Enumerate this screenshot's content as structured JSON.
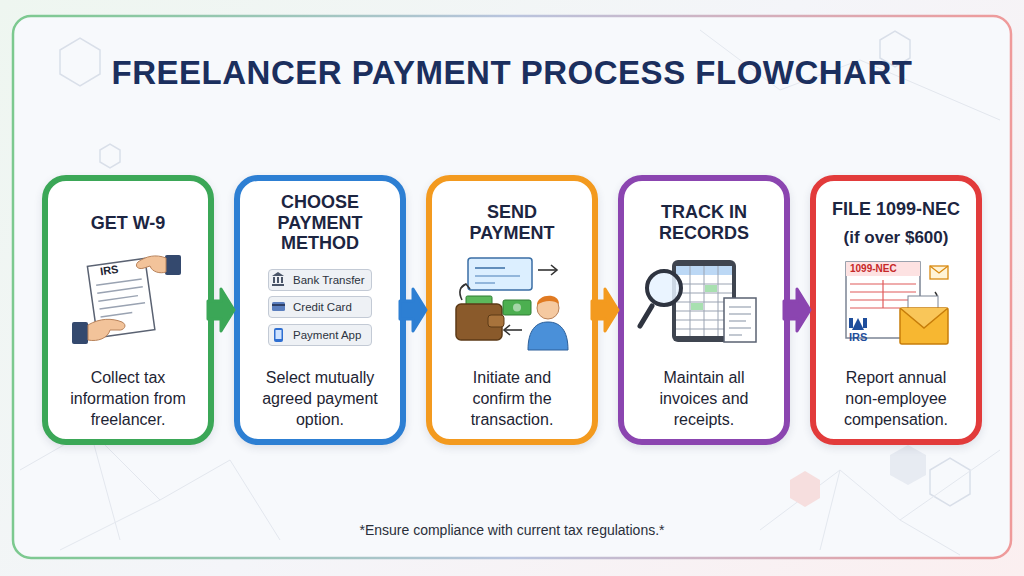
{
  "diagram": {
    "title": "FREELANCER PAYMENT PROCESS FLOWCHART",
    "caption": "*Ensure compliance with current tax regulations.*",
    "nodes": [
      {
        "text": [
          "GET W-9",
          "Collect tax information from freelancer."
        ]
      },
      {
        "text": [
          "CHOOSE PAYMENT METHOD",
          "Select mutually agreed payment option."
        ]
      },
      {
        "text": [
          "Bank Transfer"
        ],
        "in": 1
      },
      {
        "text": [
          "Credit Card"
        ],
        "in": 1
      },
      {
        "text": [
          "Payment App"
        ],
        "in": 1
      },
      {
        "text": [
          "SEND PAYMENT",
          "Initiate and confirm the transaction."
        ]
      },
      {
        "text": [
          "TRACK IN RECORDS",
          "Maintain all invoices and receipts."
        ]
      },
      {
        "text": [
          "FILE 1099-NEC",
          "(if over $600)",
          "Report annual non-employee compensation."
        ]
      }
    ],
    "edges": [
      {
        "from": 0,
        "to": 1,
        "arrow": "to"
      },
      {
        "from": 1,
        "to": 5,
        "arrow": "to"
      },
      {
        "from": 5,
        "to": 6,
        "arrow": "to"
      },
      {
        "from": 6,
        "to": 7,
        "arrow": "to"
      }
    ],
    "labels": [
      "IRS",
      "1099-NEC",
      "IRS"
    ]
  }
}
